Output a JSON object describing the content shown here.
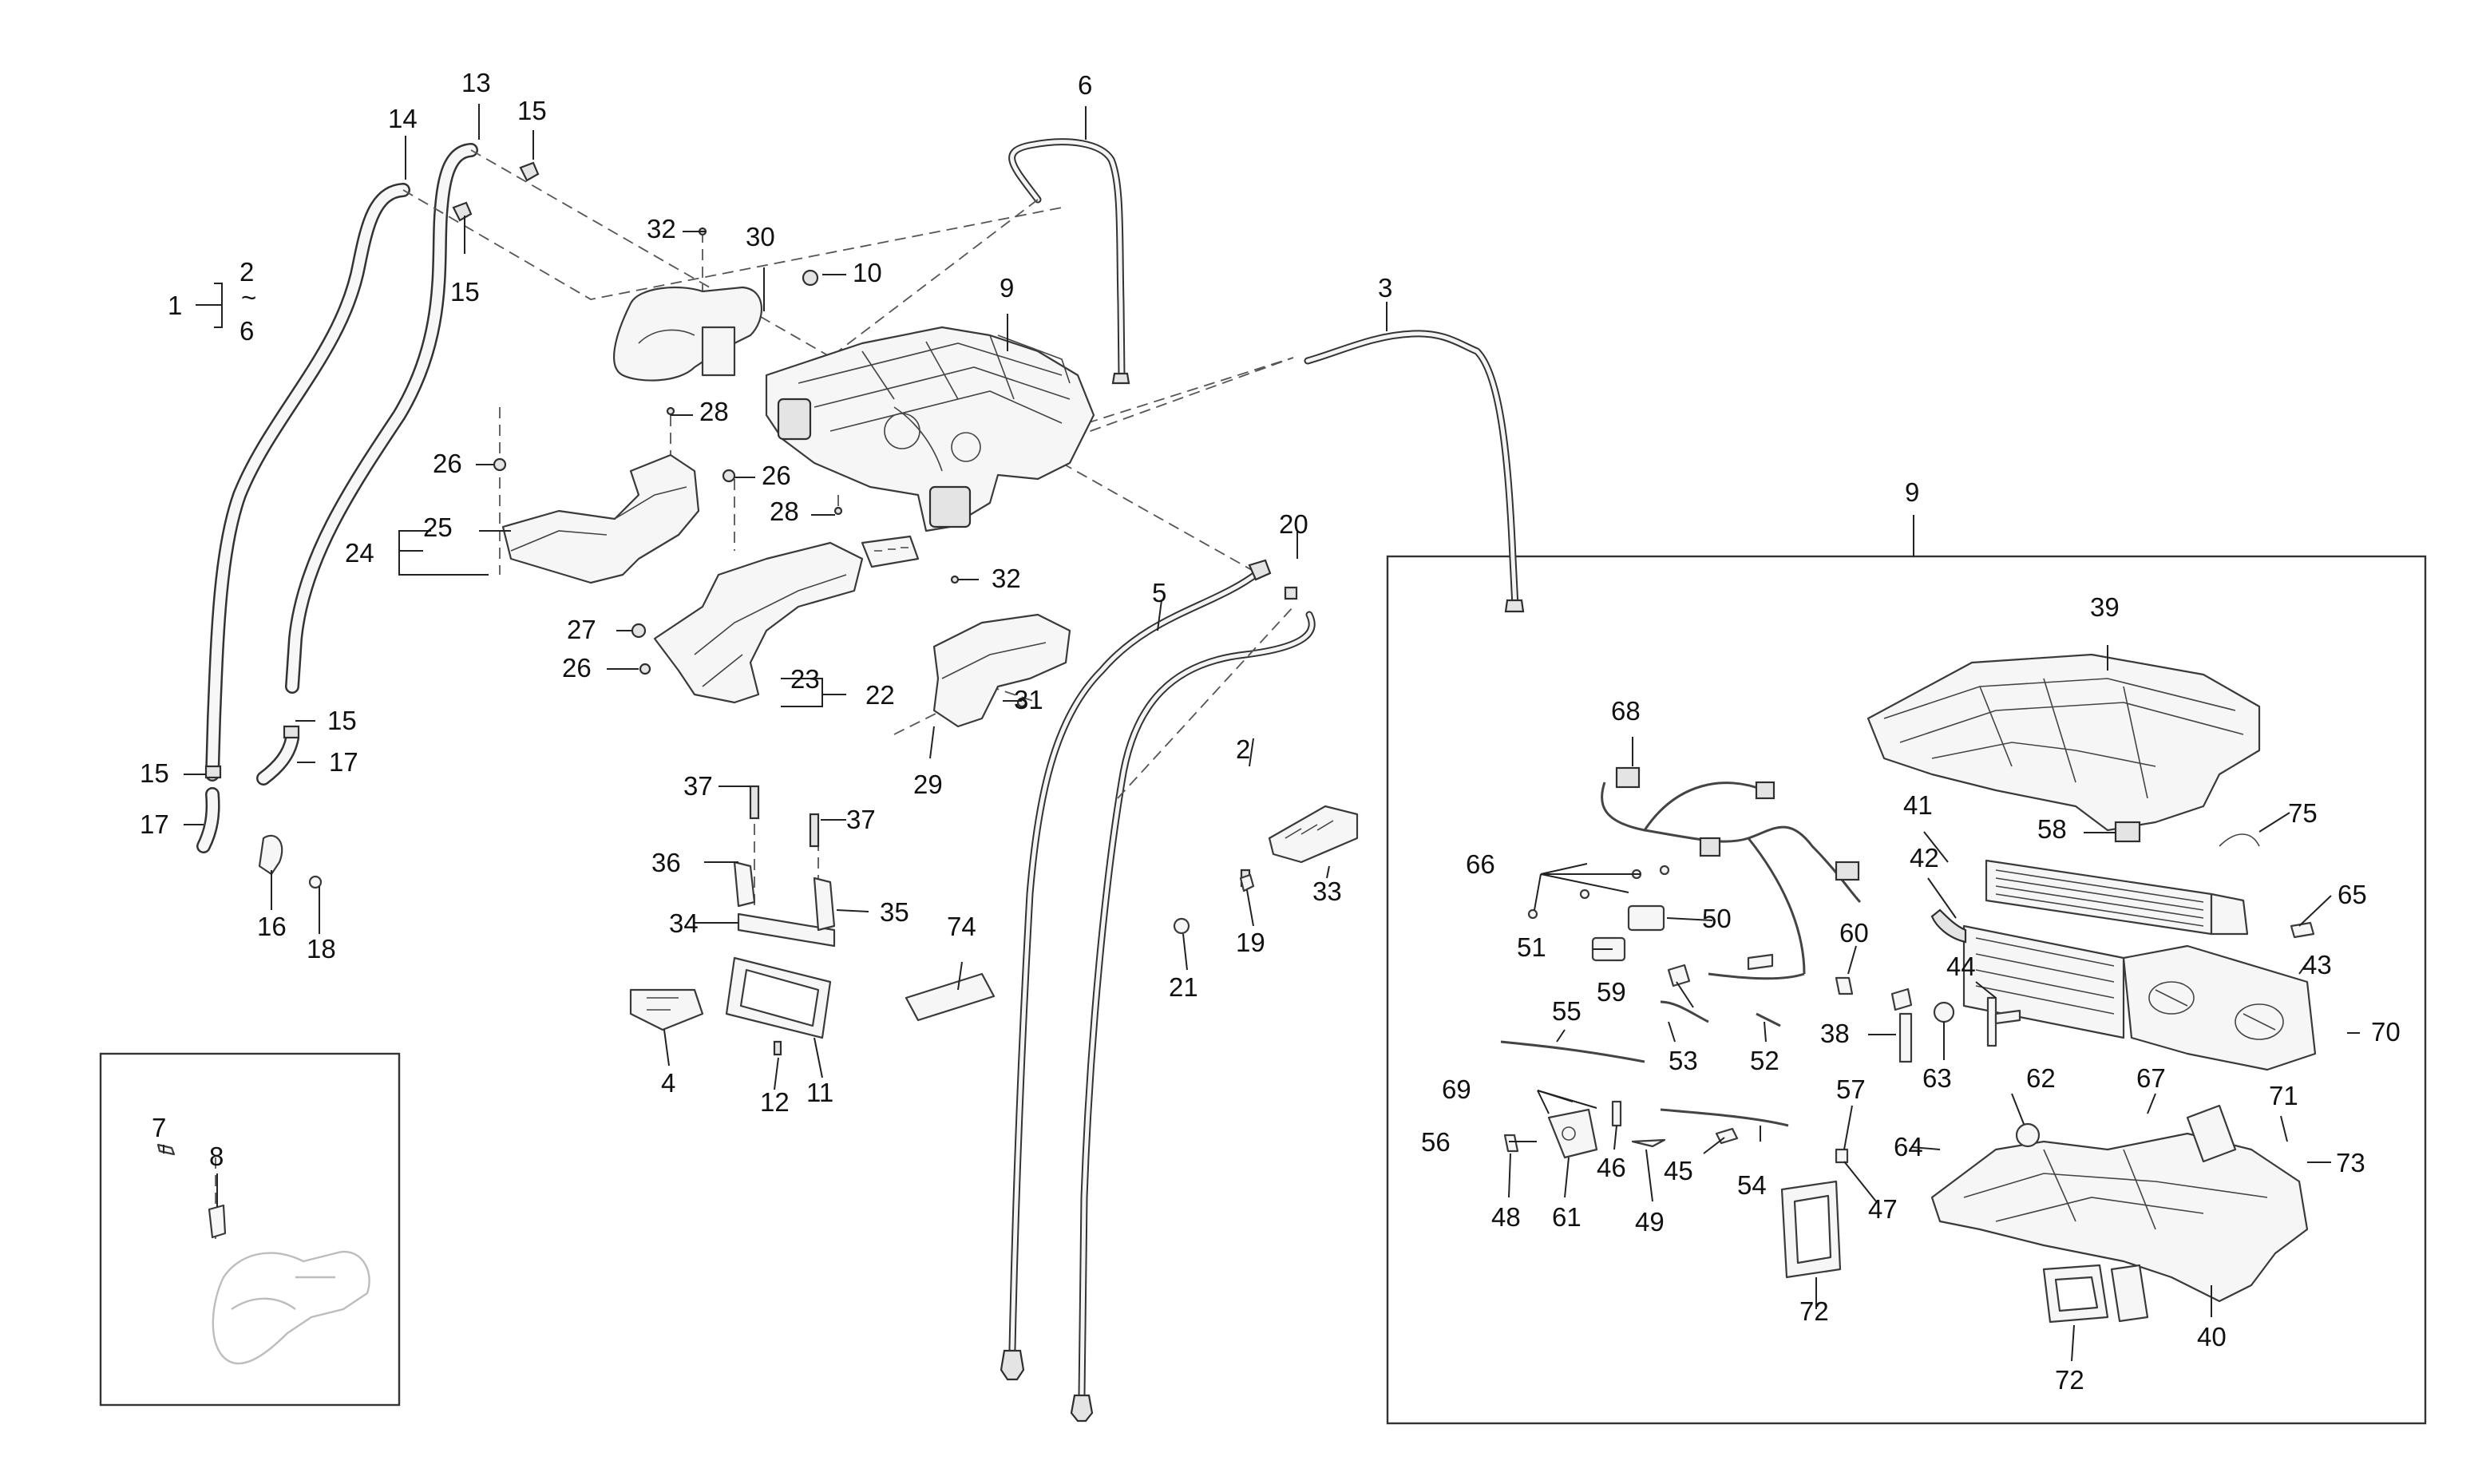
{
  "figure": {
    "description_labels": []
  },
  "callouts": {
    "c1": "1",
    "c2a": "2",
    "c_tilde": "~",
    "c6a": "6",
    "c2": "2",
    "c3": "3",
    "c4": "4",
    "c5": "5",
    "c6": "6",
    "c7": "7",
    "c8": "8",
    "c9": "9",
    "c9b": "9",
    "c10": "10",
    "c11": "11",
    "c12": "12",
    "c13": "13",
    "c14": "14",
    "c15a": "15",
    "c15b": "15",
    "c15c": "15",
    "c15d": "15",
    "c16": "16",
    "c17a": "17",
    "c17b": "17",
    "c18": "18",
    "c19": "19",
    "c20": "20",
    "c21": "21",
    "c22": "22",
    "c23": "23",
    "c24": "24",
    "c25": "25",
    "c26a": "26",
    "c26b": "26",
    "c26c": "26",
    "c27": "27",
    "c28a": "28",
    "c28b": "28",
    "c29": "29",
    "c30": "30",
    "c31": "31",
    "c32a": "32",
    "c32b": "32",
    "c33": "33",
    "c34": "34",
    "c35": "35",
    "c36": "36",
    "c37a": "37",
    "c37b": "37",
    "c38": "38",
    "c39": "39",
    "c40": "40",
    "c41": "41",
    "c42": "42",
    "c43": "43",
    "c44": "44",
    "c45": "45",
    "c46": "46",
    "c47": "47",
    "c48": "48",
    "c49": "49",
    "c50": "50",
    "c51": "51",
    "c52": "52",
    "c53": "53",
    "c54": "54",
    "c55": "55",
    "c56": "56",
    "c57": "57",
    "c58": "58",
    "c59": "59",
    "c60": "60",
    "c61": "61",
    "c62": "62",
    "c63": "63",
    "c64": "64",
    "c65": "65",
    "c66": "66",
    "c67": "67",
    "c68": "68",
    "c69": "69",
    "c70": "70",
    "c71": "71",
    "c72a": "72",
    "c72b": "72",
    "c73": "73",
    "c74": "74",
    "c75": "75"
  },
  "colors": {
    "line": "#333333",
    "fill": "#f6f6f6",
    "background": "#ffffff"
  }
}
